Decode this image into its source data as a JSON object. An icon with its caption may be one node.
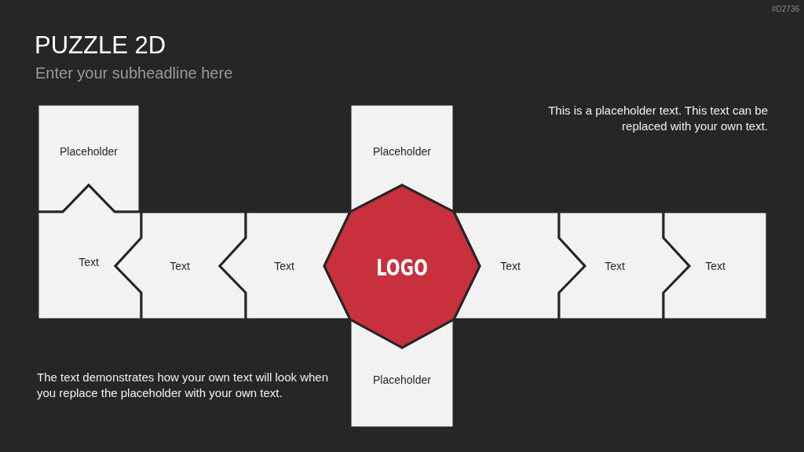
{
  "diagram": {
    "title": "PUZZLE 2D",
    "nodes": [
      {
        "text": [
          "Placeholder"
        ]
      },
      {
        "text": [
          "Placeholder"
        ]
      },
      {
        "text": [
          "Text"
        ]
      },
      {
        "text": [
          "Text"
        ]
      },
      {
        "text": [
          "Text"
        ]
      },
      {
        "text": [
          "LOGO"
        ]
      },
      {
        "text": [
          "Text"
        ]
      },
      {
        "text": [
          "Text"
        ]
      },
      {
        "text": [
          "Text"
        ]
      },
      {
        "text": [
          "Placeholder"
        ]
      }
    ],
    "labels": [
      "#D2736",
      "Enter your subheadline here",
      "This is a placeholder text. This text can be replaced with your own text.",
      "The text demonstrates how your own text will look when you replace the placeholder with your own text."
    ]
  }
}
